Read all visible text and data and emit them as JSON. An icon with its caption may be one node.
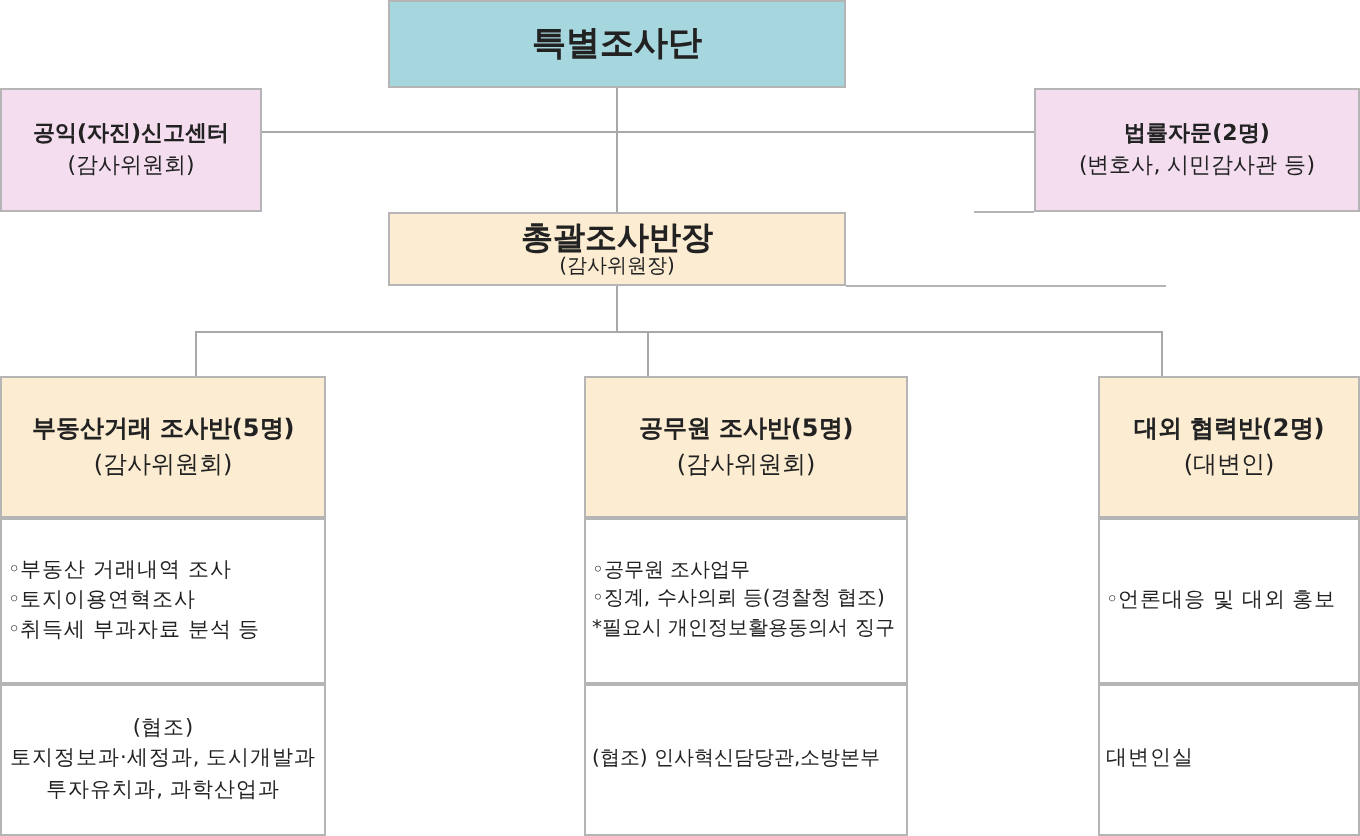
{
  "diagram": {
    "nodes": [
      {
        "text": [
          "특별조사단"
        ]
      },
      {
        "text": [
          "공익(자진)신고센터",
          "(감사위원회)"
        ]
      },
      {
        "text": [
          "법률자문(2명)",
          "(변호사, 시민감사관 등)"
        ]
      },
      {
        "text": [
          "총괄조사반장",
          "(감사위원장)"
        ]
      },
      {
        "text": [
          "부동산거래 조사반(5명)",
          "(감사위원회)"
        ]
      },
      {
        "text": [
          "◦부동산 거래내역 조사",
          "◦토지이용연혁조사",
          "◦취득세 부과자료 분석 등"
        ]
      },
      {
        "text": [
          "(협조)",
          "토지정보과·세정과, 도시개발과 투자유치과, 과학산업과"
        ]
      },
      {
        "text": [
          "공무원 조사반(5명)",
          "(감사위원회)"
        ]
      },
      {
        "text": [
          "◦공무원 조사업무",
          "◦징계, 수사의뢰 등(경찰청 협조)",
          "*필요시 개인정보활용동의서 징구"
        ]
      },
      {
        "text": [
          "(협조) 인사혁신담당관,소방본부"
        ]
      },
      {
        "text": [
          "대외 협력반(2명)",
          "(대변인)"
        ]
      },
      {
        "text": [
          "◦언론대응 및 대외 홍보"
        ]
      },
      {
        "text": [
          "대변인실"
        ]
      }
    ],
    "edges": [
      {
        "from": 0,
        "to": 3,
        "arrow": "none"
      },
      {
        "from": 0,
        "to": 1,
        "arrow": "none"
      },
      {
        "from": 0,
        "to": 2,
        "arrow": "none"
      },
      {
        "from": 3,
        "to": 4,
        "arrow": "none"
      },
      {
        "from": 3,
        "to": 7,
        "arrow": "none"
      },
      {
        "from": 3,
        "to": 10,
        "arrow": "none"
      }
    ]
  }
}
